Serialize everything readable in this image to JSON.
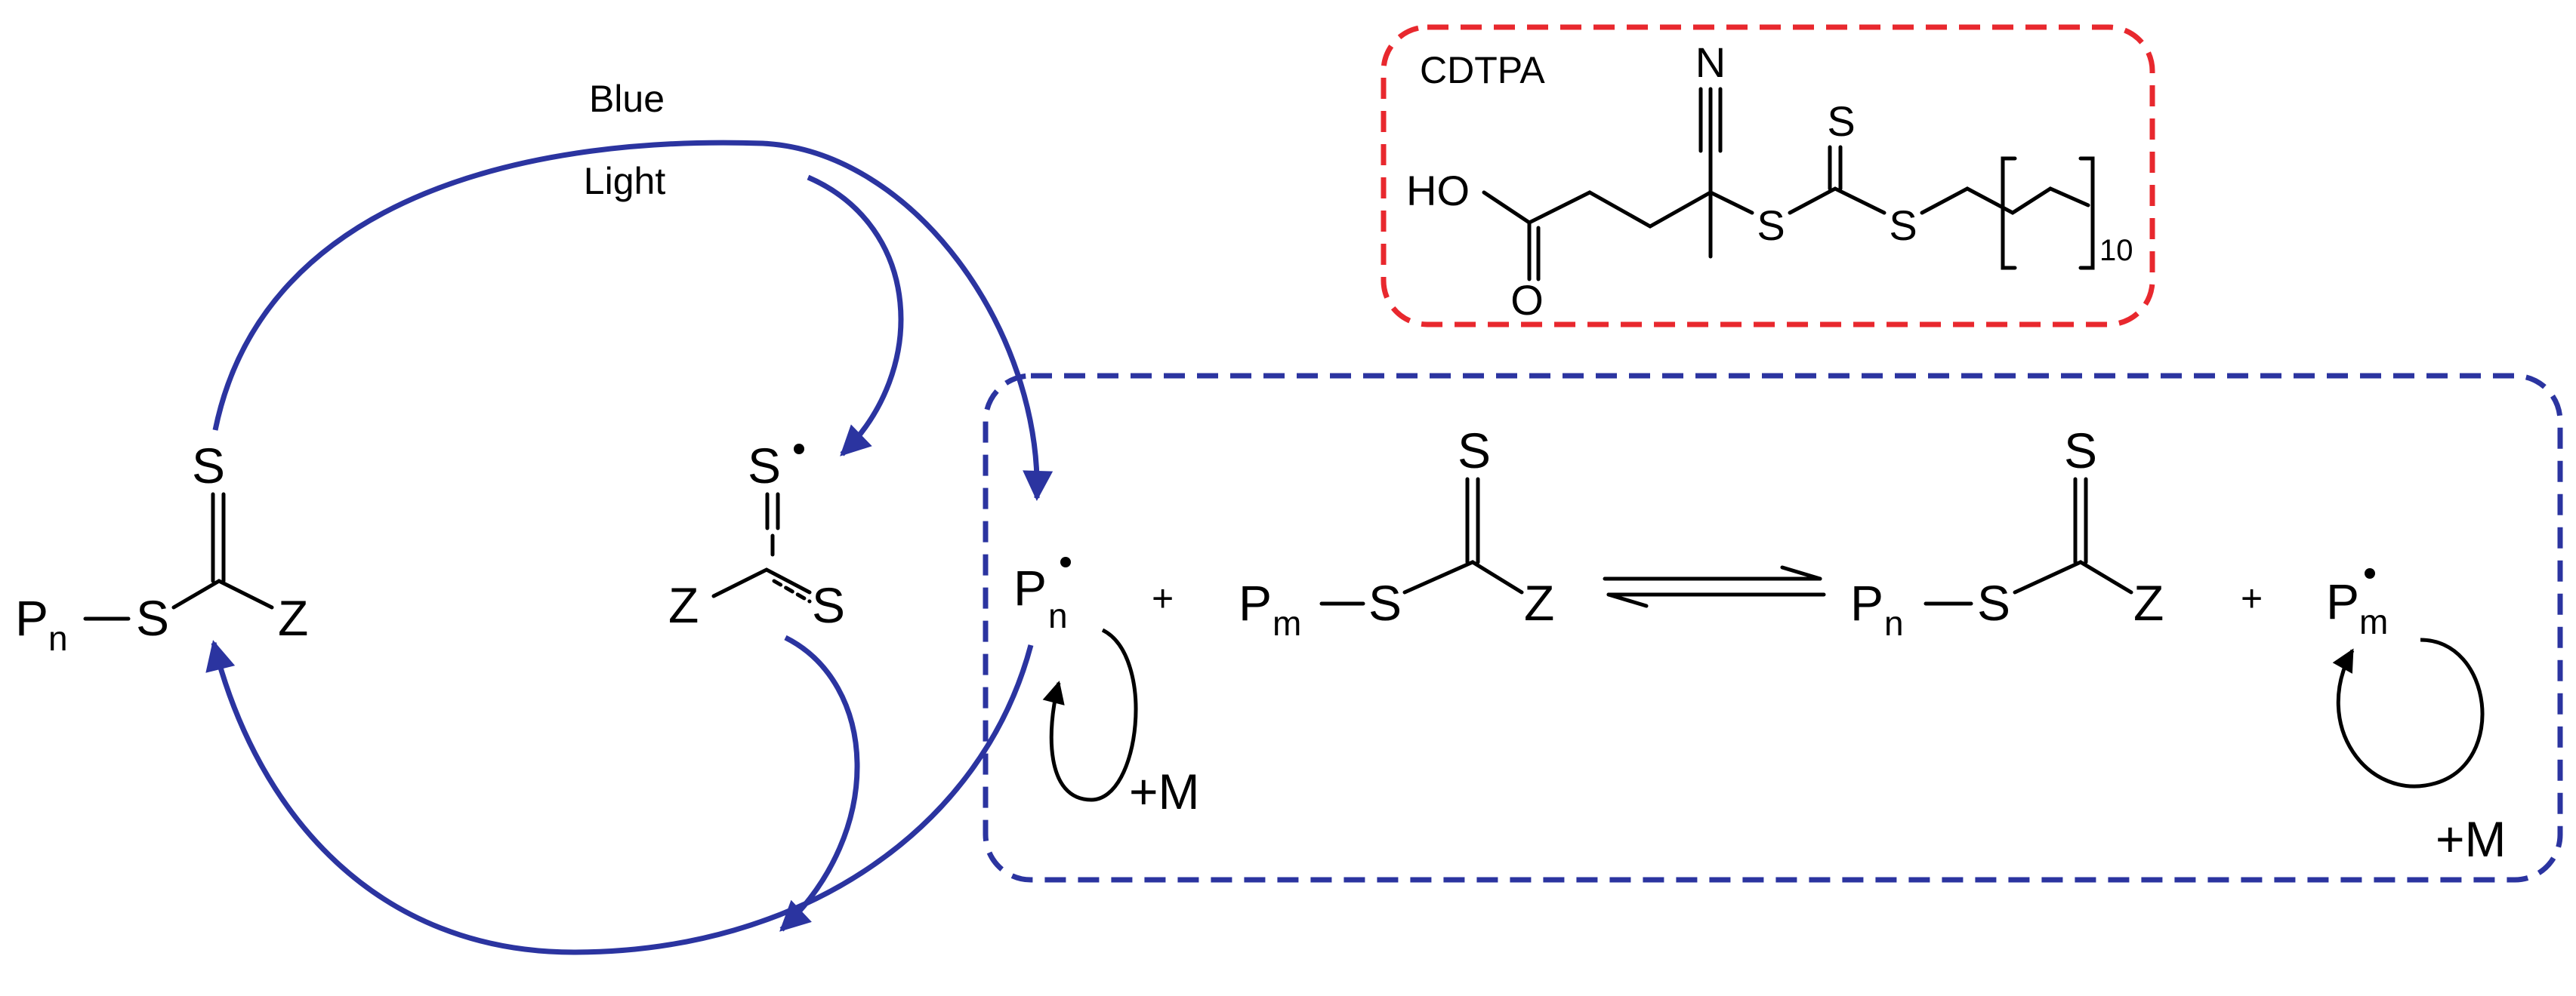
{
  "light_label": {
    "line1": "Blue",
    "line2": "Light"
  },
  "cdtpa": {
    "title": "CDTPA",
    "atom_n": "N",
    "atom_s_thione": "S",
    "atom_s1": "S",
    "atom_s2": "S",
    "atom_o": "O",
    "ho": "HO",
    "repeat": "10"
  },
  "left_raft": {
    "p": "P",
    "p_sub": "n",
    "s1": "S",
    "s2": "S",
    "z": "Z"
  },
  "radical": {
    "s_top": "S",
    "s_right": "S",
    "z": "Z"
  },
  "equilibrium": {
    "pn": "P",
    "pn_sub": "n",
    "plus1": "+",
    "raft_m": {
      "p": "P",
      "p_sub": "m",
      "s1": "S",
      "s2": "S",
      "z": "Z"
    },
    "raft_n": {
      "p": "P",
      "p_sub": "n",
      "s1": "S",
      "s2": "S",
      "z": "Z"
    },
    "plus2": "+",
    "pm": "P",
    "pm_sub": "m",
    "monomer_left": "+M",
    "monomer_right": "+M"
  },
  "colors": {
    "cycle_arrows": "#2b34a0",
    "red_box": "#e8282e",
    "blue_box": "#2b34a0",
    "text": "#000000"
  }
}
